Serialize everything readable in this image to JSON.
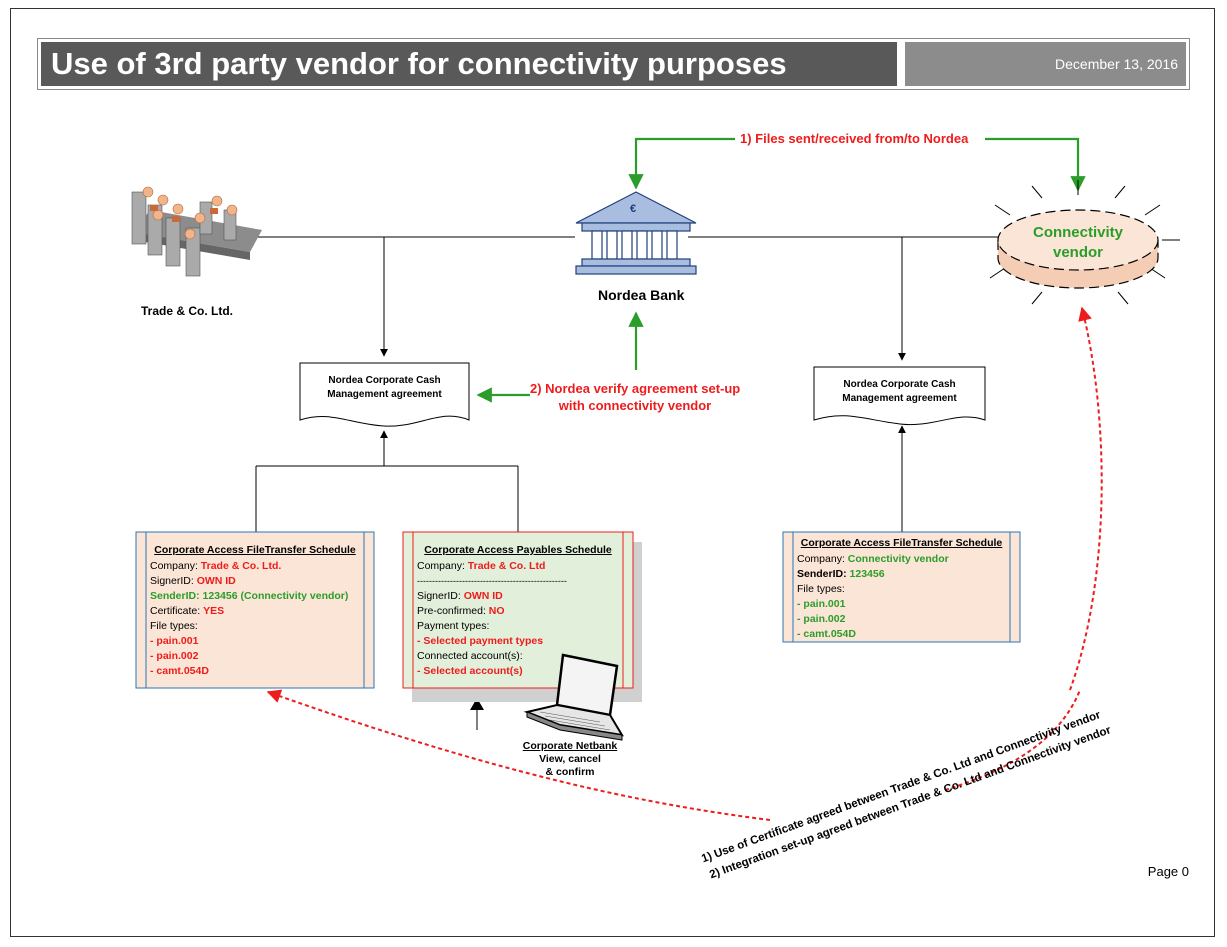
{
  "header": {
    "title": "Use of 3rd party vendor for connectivity purposes",
    "date": "December 13, 2016"
  },
  "parties": {
    "corporate": "Trade & Co. Ltd.",
    "bank": "Nordea Bank",
    "vendor_line1": "Connectivity",
    "vendor_line2": "vendor",
    "bank_icon_symbol": "€"
  },
  "agreements": {
    "left_line1": "Nordea Corporate Cash",
    "left_line2": "Management agreement",
    "right_line1": "Nordea Corporate Cash",
    "right_line2": "Management agreement"
  },
  "flows": {
    "files_flow": "1) Files sent/received from/to Nordea",
    "verify_line1": "2) Nordea verify agreement set-up",
    "verify_line2": "with connectivity vendor",
    "certificate_note": "1) Use of Certificate agreed between Trade & Co. Ltd and Connectivity vendor",
    "integration_note": "2) Integration set-up agreed between Trade & Co. Ltd and Connectivity vendor"
  },
  "schedule_trade": {
    "title": "Corporate Access FileTransfer Schedule",
    "company_label": "Company: ",
    "company_value": "Trade & Co. Ltd.",
    "signer_label": "SignerID: ",
    "signer_value": "OWN ID",
    "sender_text": "SenderID: 123456 (Connectivity vendor)",
    "certificate_label": "Certificate: ",
    "certificate_value": "YES",
    "file_types_label": "File types:",
    "file_types": [
      "- pain.001",
      "- pain.002",
      "- camt.054D"
    ]
  },
  "schedule_payables": {
    "title": "Corporate Access Payables Schedule",
    "company_label": "Company: ",
    "company_value": "Trade & Co. Ltd",
    "separator": "--------------------------------------------------",
    "signer_label": "SignerID: ",
    "signer_value": "OWN ID",
    "preconfirmed_label": "Pre-confirmed: ",
    "preconfirmed_value": "NO",
    "payment_types_label": "Payment types:",
    "payment_types_value": "- Selected payment types",
    "accounts_label": "Connected account(s):",
    "accounts_value": "- Selected account(s)"
  },
  "schedule_vendor": {
    "title": "Corporate Access FileTransfer Schedule",
    "company_label": "Company: ",
    "company_value": "Connectivity vendor",
    "sender_label": "SenderID: ",
    "sender_value": "123456",
    "file_types_label": "File types:",
    "file_types": [
      "- pain.001",
      "- pain.002",
      "- camt.054D"
    ]
  },
  "netbank": {
    "title": "Corporate Netbank",
    "line1": "View, cancel",
    "line2": "& confirm"
  },
  "footer": {
    "page": "Page 0"
  },
  "colors": {
    "title_bg": "#595959",
    "date_bg": "#8c8c8c",
    "red": "#ee1c1c",
    "green": "#2a9d2a",
    "schedule_fill": "#fbe5d6",
    "payables_fill": "#e2efda",
    "vendor_fill": "#fbe5d6",
    "schedule_border": "#2e75b6",
    "payables_border": "#ee1c1c"
  }
}
